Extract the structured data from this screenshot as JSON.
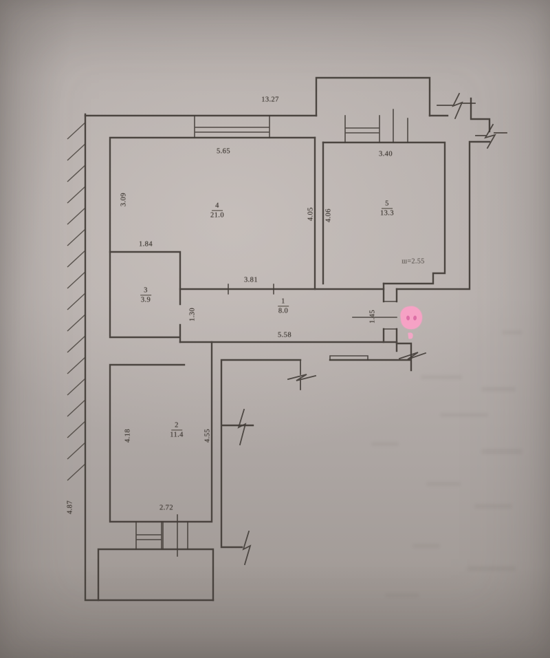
{
  "plan": {
    "type": "apartment floor plan",
    "rooms": [
      {
        "number": "1",
        "area": "8.0"
      },
      {
        "number": "2",
        "area": "11.4"
      },
      {
        "number": "3",
        "area": "3.9"
      },
      {
        "number": "4",
        "area": "21.0"
      },
      {
        "number": "5",
        "area": "13.3"
      }
    ],
    "dims": {
      "overall_top": "13.27",
      "overall_left": "4.87",
      "room4_width": "5.65",
      "room4_left_height": "3.09",
      "room3_width": "1.84",
      "hall_top_width": "3.81",
      "divider_left": "4.05",
      "divider_right": "4.06",
      "room5_width": "3.40",
      "room5_height_note": "ш=2.55",
      "hall_length": "5.58",
      "hall_height": "1.30",
      "hall_door_width": "1.45",
      "room2_left_height": "4.18",
      "room2_right_height": "4.55",
      "room2_width": "2.72"
    },
    "colors": {
      "paper": "#b6afac",
      "ink": "#443e39",
      "pink_marker": "#f6a2c5"
    }
  }
}
